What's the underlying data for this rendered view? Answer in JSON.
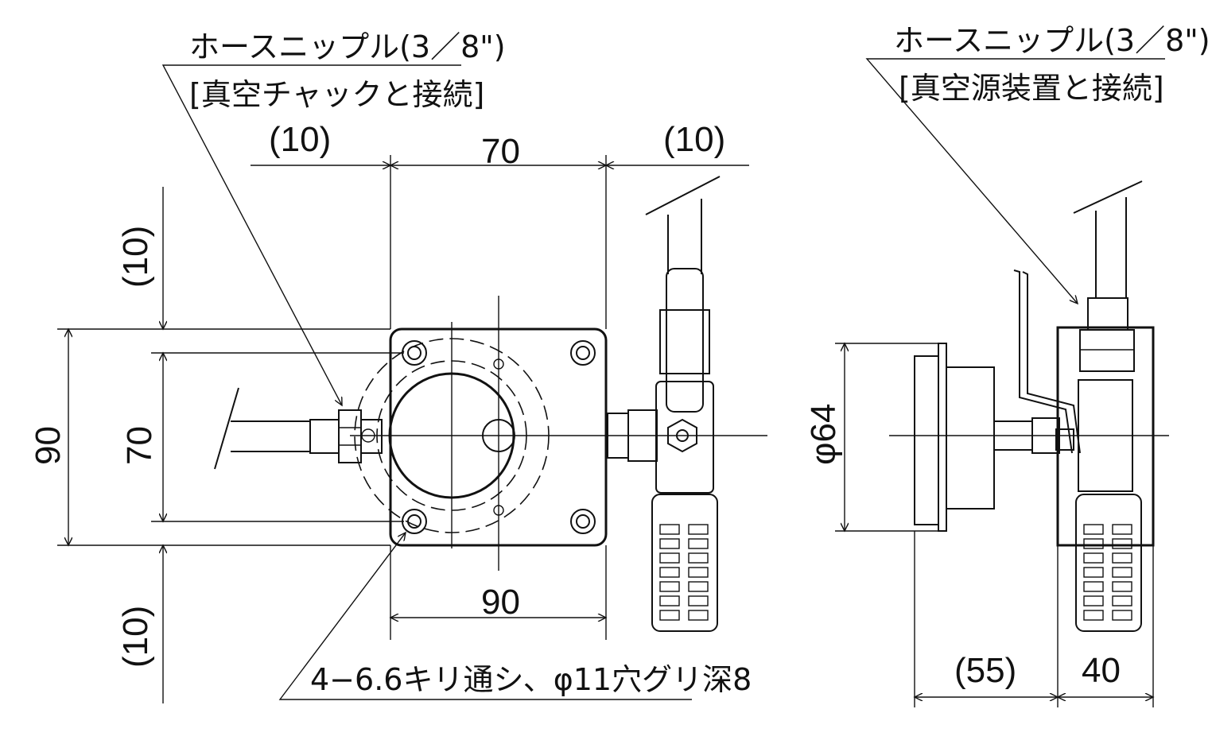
{
  "notes": {
    "left_title": "ホースニップル(3／8\")",
    "left_sub": "[真空チャックと接続]",
    "right_title": "ホースニップル(3／8\")",
    "right_sub": "[真空源装置と接続]",
    "bottom": "4−6.6キリ通シ、φ11穴グリ深8"
  },
  "dims": {
    "top_left": "(10)",
    "top_mid": "70",
    "top_right": "(10)",
    "left_top": "(10)",
    "left_90": "90",
    "left_70": "70",
    "left_bottom": "(10)",
    "bottom_90": "90",
    "diameter": "φ64",
    "side_55": "(55)",
    "side_40": "40"
  }
}
